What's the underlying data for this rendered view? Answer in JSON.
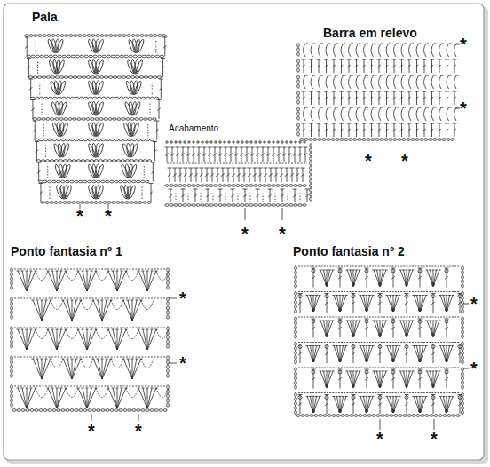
{
  "diagram": {
    "labels": [
      "Pala",
      "*",
      "*",
      "Barra em relevo",
      "*",
      "*",
      "*",
      "*",
      "Acabamento",
      "*",
      "*",
      "Ponto fantasia nº 1",
      "*",
      "*",
      "*",
      "*",
      "Ponto fantasia nº 2",
      "*",
      "*",
      "*",
      "*"
    ]
  }
}
